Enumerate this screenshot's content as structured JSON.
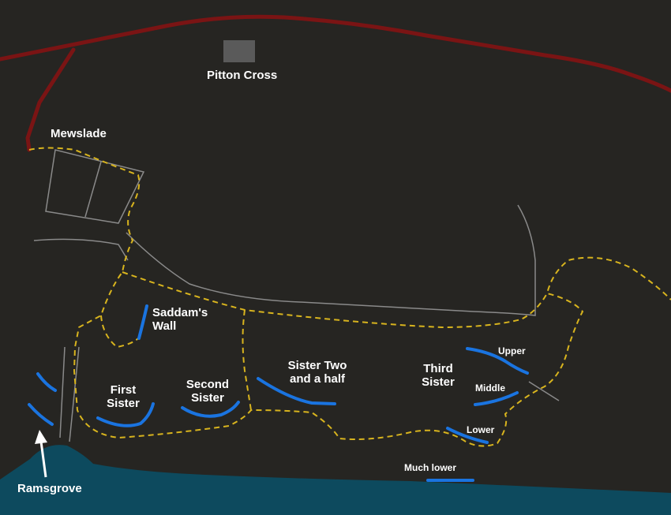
{
  "colors": {
    "background": "#262522",
    "road": "#7a1414",
    "footpath": "#d8b41e",
    "wall": "#8a8a8a",
    "crag": "#1a74e0",
    "sea": "#0d4a5e",
    "text": "#ffffff",
    "village_marker": "#5a5a5a"
  },
  "labels": {
    "pitton_cross": "Pitton Cross",
    "mewslade": "Mewslade",
    "saddams_wall": "Saddam's Wall",
    "first_sister": "First Sister",
    "second_sister": "Second Sister",
    "sister_two_half": "Sister Two and a half",
    "third_sister": "Third Sister",
    "upper": "Upper",
    "middle": "Middle",
    "lower": "Lower",
    "much_lower": "Much lower",
    "ramsgrove": "Ramsgrove"
  }
}
